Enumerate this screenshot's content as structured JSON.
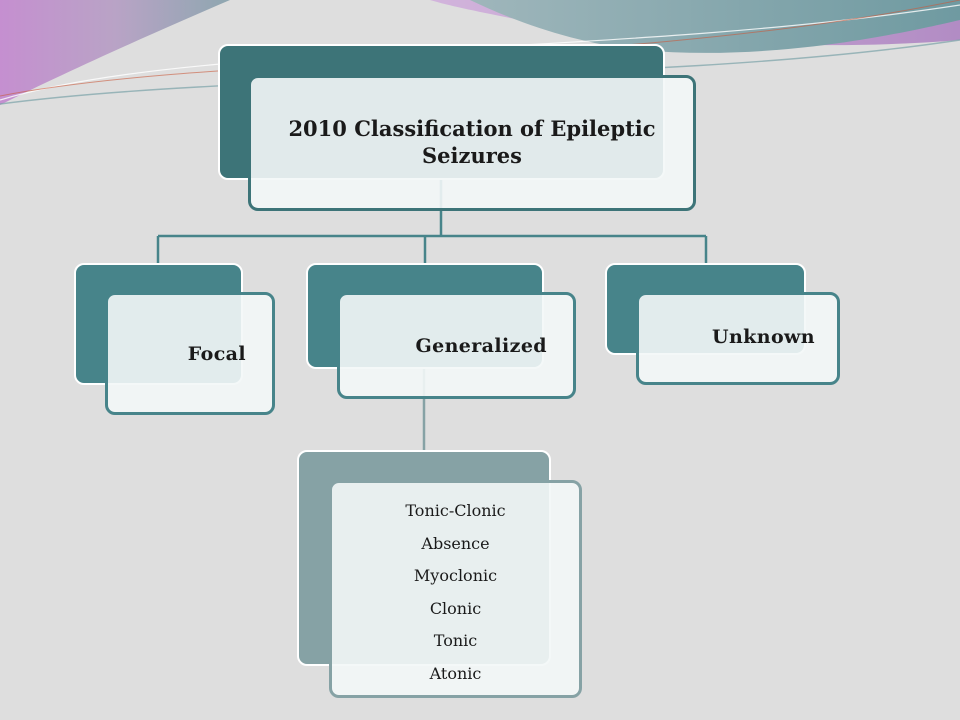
{
  "colors": {
    "background": "#dedede",
    "node_dark": "#3d7478",
    "node_teal": "#47848a",
    "node_muted": "#86a2a5",
    "connector": "#47848a",
    "box_fill": "#f3f7f7",
    "swoosh_purple": "#b57fbf",
    "swoosh_teal": "#7aa3a8"
  },
  "diagram": {
    "root": {
      "label_line1": "2010 Classification of Epileptic",
      "label_line2": "Seizures"
    },
    "children": [
      {
        "label": "Focal"
      },
      {
        "label": "Generalized"
      },
      {
        "label": "Unknown"
      }
    ],
    "generalized_subtypes": [
      "Tonic-Clonic",
      "Absence",
      "Myoclonic",
      "Clonic",
      "Tonic",
      "Atonic"
    ]
  }
}
